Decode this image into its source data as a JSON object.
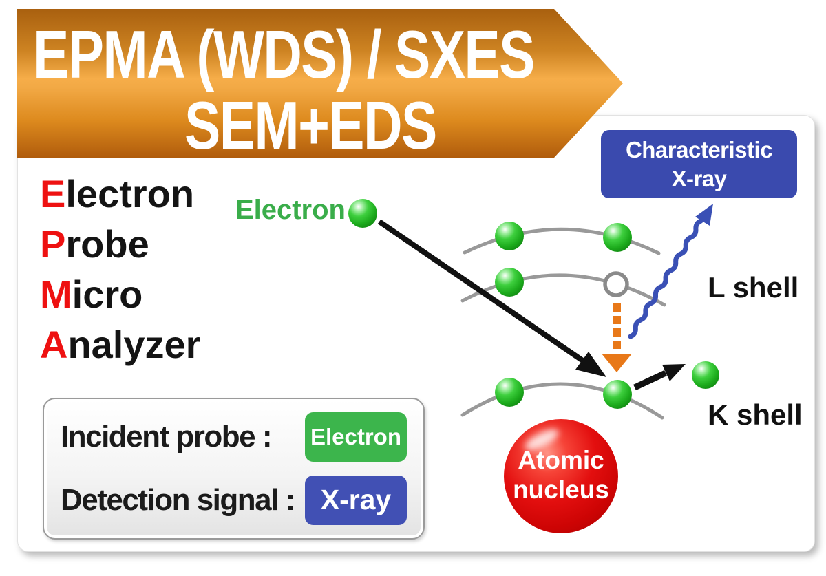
{
  "banner": {
    "title_line1": "EPMA (WDS) / SXES",
    "title_line2": "SEM+EDS"
  },
  "acronym": {
    "words": [
      {
        "initial": "E",
        "rest": "lectron"
      },
      {
        "initial": "P",
        "rest": "robe"
      },
      {
        "initial": "M",
        "rest": "icro"
      },
      {
        "initial": "A",
        "rest": "nalyzer"
      }
    ]
  },
  "diagram": {
    "incident_electron_label": "Electron",
    "characteristic_xray": {
      "line1": "Characteristic",
      "line2": "X-ray"
    },
    "shell_labels": {
      "l_shell": "L shell",
      "k_shell": "K shell"
    },
    "nucleus": {
      "line1": "Atomic",
      "line2": "nucleus"
    }
  },
  "legend": {
    "rows": [
      {
        "label": "Incident probe :",
        "badge": "Electron",
        "badge_color": "#3cb54c"
      },
      {
        "label": "Detection signal :",
        "badge": "X-ray",
        "badge_color": "#4150b4"
      }
    ]
  },
  "colors": {
    "banner_orange_dark": "#a9600f",
    "banner_orange_light": "#f6ad49",
    "accent_green": "#3cb54c",
    "accent_blue_box": "#3a4aae",
    "nucleus_red": "#e30f0f",
    "epma_initial_red": "#ee1111",
    "shell_gray": "#999999",
    "xray_wave_blue": "#3a50b5",
    "transition_orange": "#e87818",
    "incident_beam_black": "#111111"
  }
}
